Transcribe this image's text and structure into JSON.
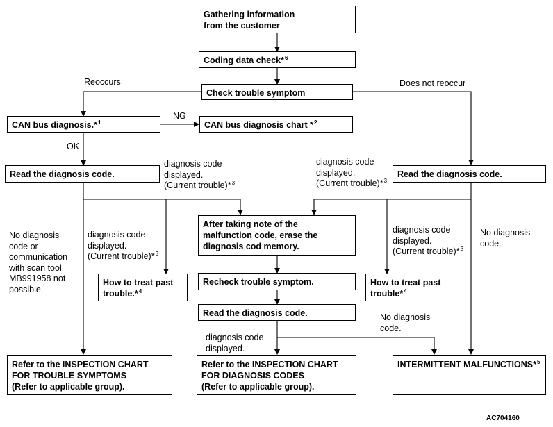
{
  "boxes": {
    "gathering": {
      "text": "Gathering information\nfrom the customer",
      "sup": ""
    },
    "coding_check": {
      "text": "Coding data check*",
      "sup": "6"
    },
    "check_symptom": {
      "text": "Check trouble symptom",
      "sup": ""
    },
    "can_diag": {
      "text": "CAN bus diagnosis.*",
      "sup": "1"
    },
    "can_chart": {
      "text": "CAN bus diagnosis chart *",
      "sup": "2"
    },
    "read_code_left": {
      "text": "Read the diagnosis code.",
      "sup": ""
    },
    "read_code_right": {
      "text": "Read the diagnosis code.",
      "sup": ""
    },
    "after_note": {
      "text": "After taking note of the\nmalfunction code, erase the\ndiagnosis cod memory.",
      "sup": ""
    },
    "recheck": {
      "text": "Recheck trouble symptom.",
      "sup": ""
    },
    "read_code_center": {
      "text": "Read the diagnosis code.",
      "sup": ""
    },
    "past_left": {
      "text": "How to treat past\ntrouble.*",
      "sup": "4"
    },
    "past_right": {
      "text": "How to treat past\ntrouble*",
      "sup": "4"
    },
    "inspect_symptoms": {
      "text": "Refer to the INSPECTION CHART\nFOR TROUBLE SYMPTOMS\n(Refer to applicable group).",
      "sup": ""
    },
    "inspect_codes": {
      "text": "Refer to the INSPECTION CHART\nFOR DIAGNOSIS CODES\n(Refer to applicable group).",
      "sup": ""
    },
    "intermittent": {
      "text": "INTERMITTENT MALFUNCTIONS*",
      "sup": "5"
    }
  },
  "labels": {
    "reoccurs": {
      "text": "Reoccurs",
      "sup": ""
    },
    "not_reoccur": {
      "text": "Does not reoccur",
      "sup": ""
    },
    "ng": {
      "text": "NG",
      "sup": ""
    },
    "ok": {
      "text": "OK",
      "sup": ""
    },
    "disp_top_left": {
      "text": "diagnosis code\ndisplayed.\n(Current trouble)*",
      "sup": "3"
    },
    "disp_top_right": {
      "text": "diagnosis code\ndisplayed.\n(Current trouble)*",
      "sup": "3"
    },
    "disp_mid_left": {
      "text": "diagnosis  code\ndisplayed.\n(Current trouble)*",
      "sup": "3"
    },
    "disp_mid_right": {
      "text": "diagnosis code\ndisplayed.\n(Current trouble)*",
      "sup": "3"
    },
    "no_comm": {
      "text": "No diagnosis\ncode or\ncommunication\nwith scan tool\nMB991958 not\npossible.",
      "sup": ""
    },
    "no_code_right": {
      "text": "No diagnosis\ncode.",
      "sup": ""
    },
    "no_code_center": {
      "text": "No diagnosis\ncode.",
      "sup": ""
    },
    "disp_bottom": {
      "text": "diagnosis  code\ndisplayed.",
      "sup": ""
    }
  },
  "figure_code": "AC704160"
}
